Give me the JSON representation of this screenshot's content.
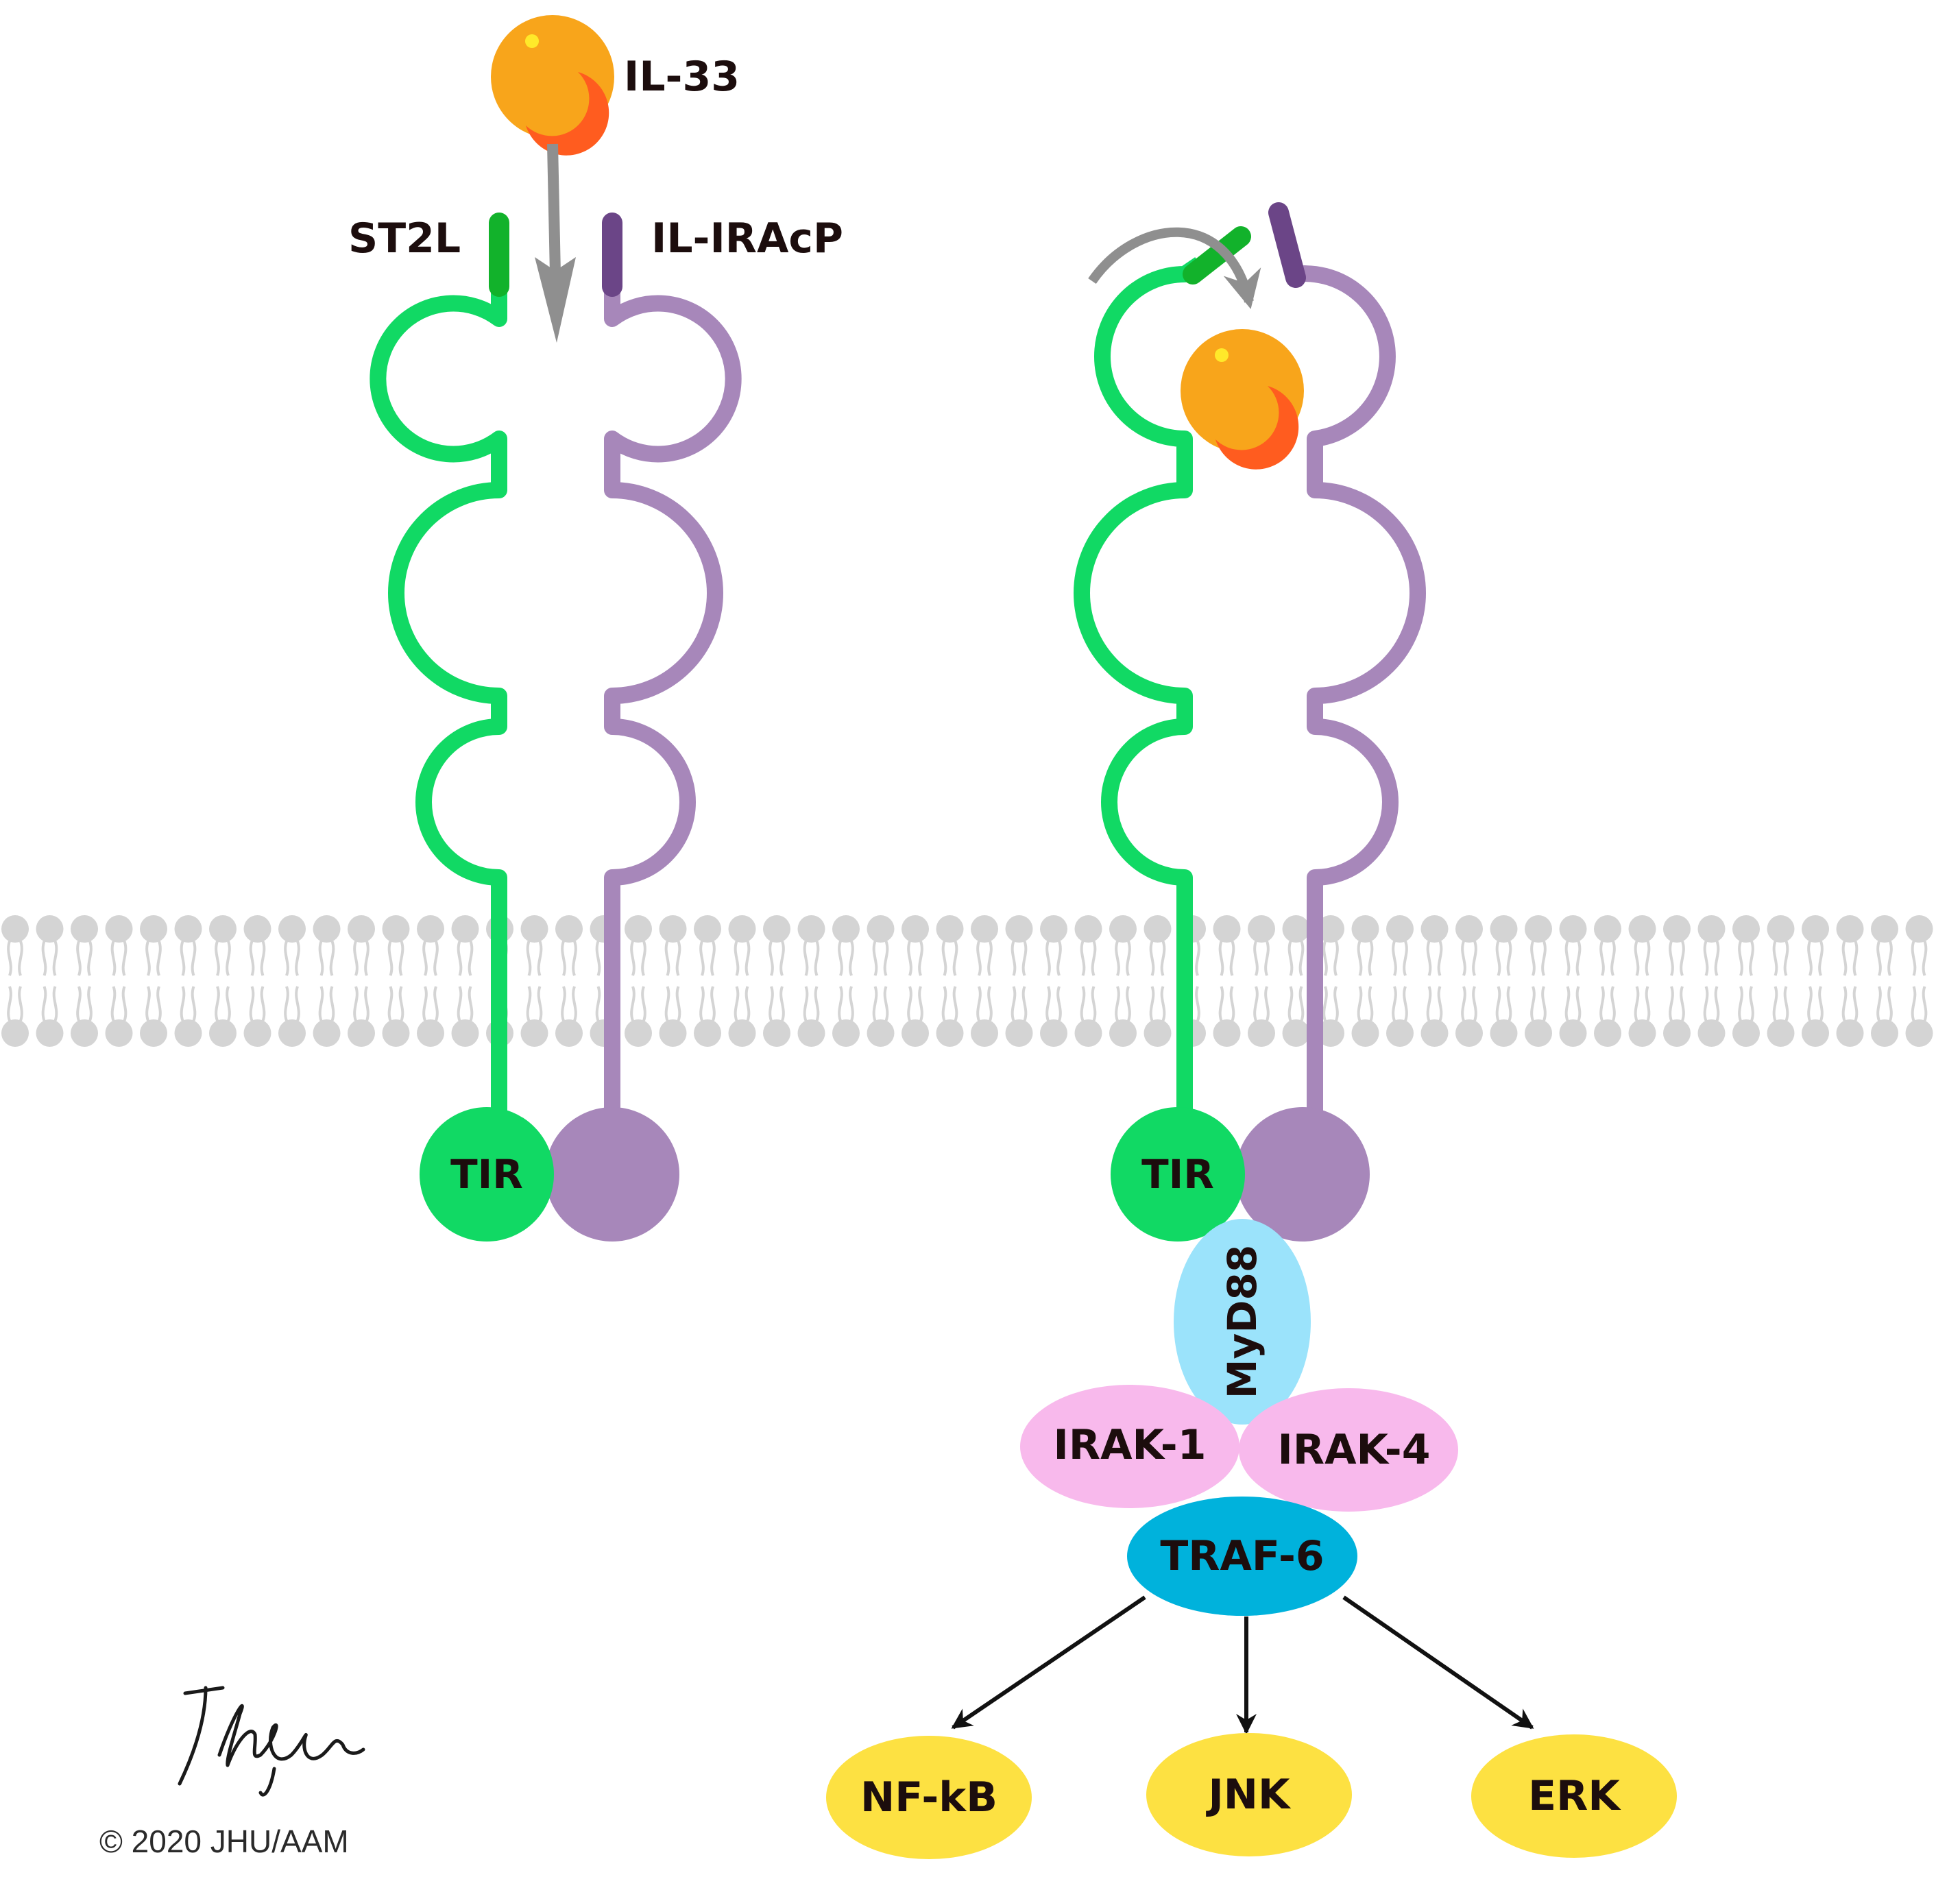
{
  "ligand": {
    "label": "IL-33"
  },
  "receptors": {
    "st2l": {
      "label": "ST2L",
      "domain_label": "TIR"
    },
    "il1racp": {
      "label": "IL-IRAcP"
    }
  },
  "signaling": {
    "myd88": "MyD88",
    "irak1": "IRAK-1",
    "irak4": "IRAK-4",
    "traf6": "TRAF-6"
  },
  "outputs": [
    "NF-kB",
    "JNK",
    "ERK"
  ],
  "copyright": "© 2020 JHU/AAM",
  "colors": {
    "st2l": "#11d964",
    "st2l_tip": "#12b22b",
    "il1racp": "#a787ba",
    "il1racp_tip": "#6b4587",
    "membrane": "#d4d4d4",
    "il33": "#f8a51b",
    "il33_crescent": "#ff5c1f",
    "il33_highlight": "#ffe92a",
    "myd88": "#9be3fb",
    "irak": "#f8b9ec",
    "traf6": "#00b2dc",
    "output": "#fde142",
    "arrow_grey": "#8f8f8f",
    "arrow_black": "#111111"
  }
}
